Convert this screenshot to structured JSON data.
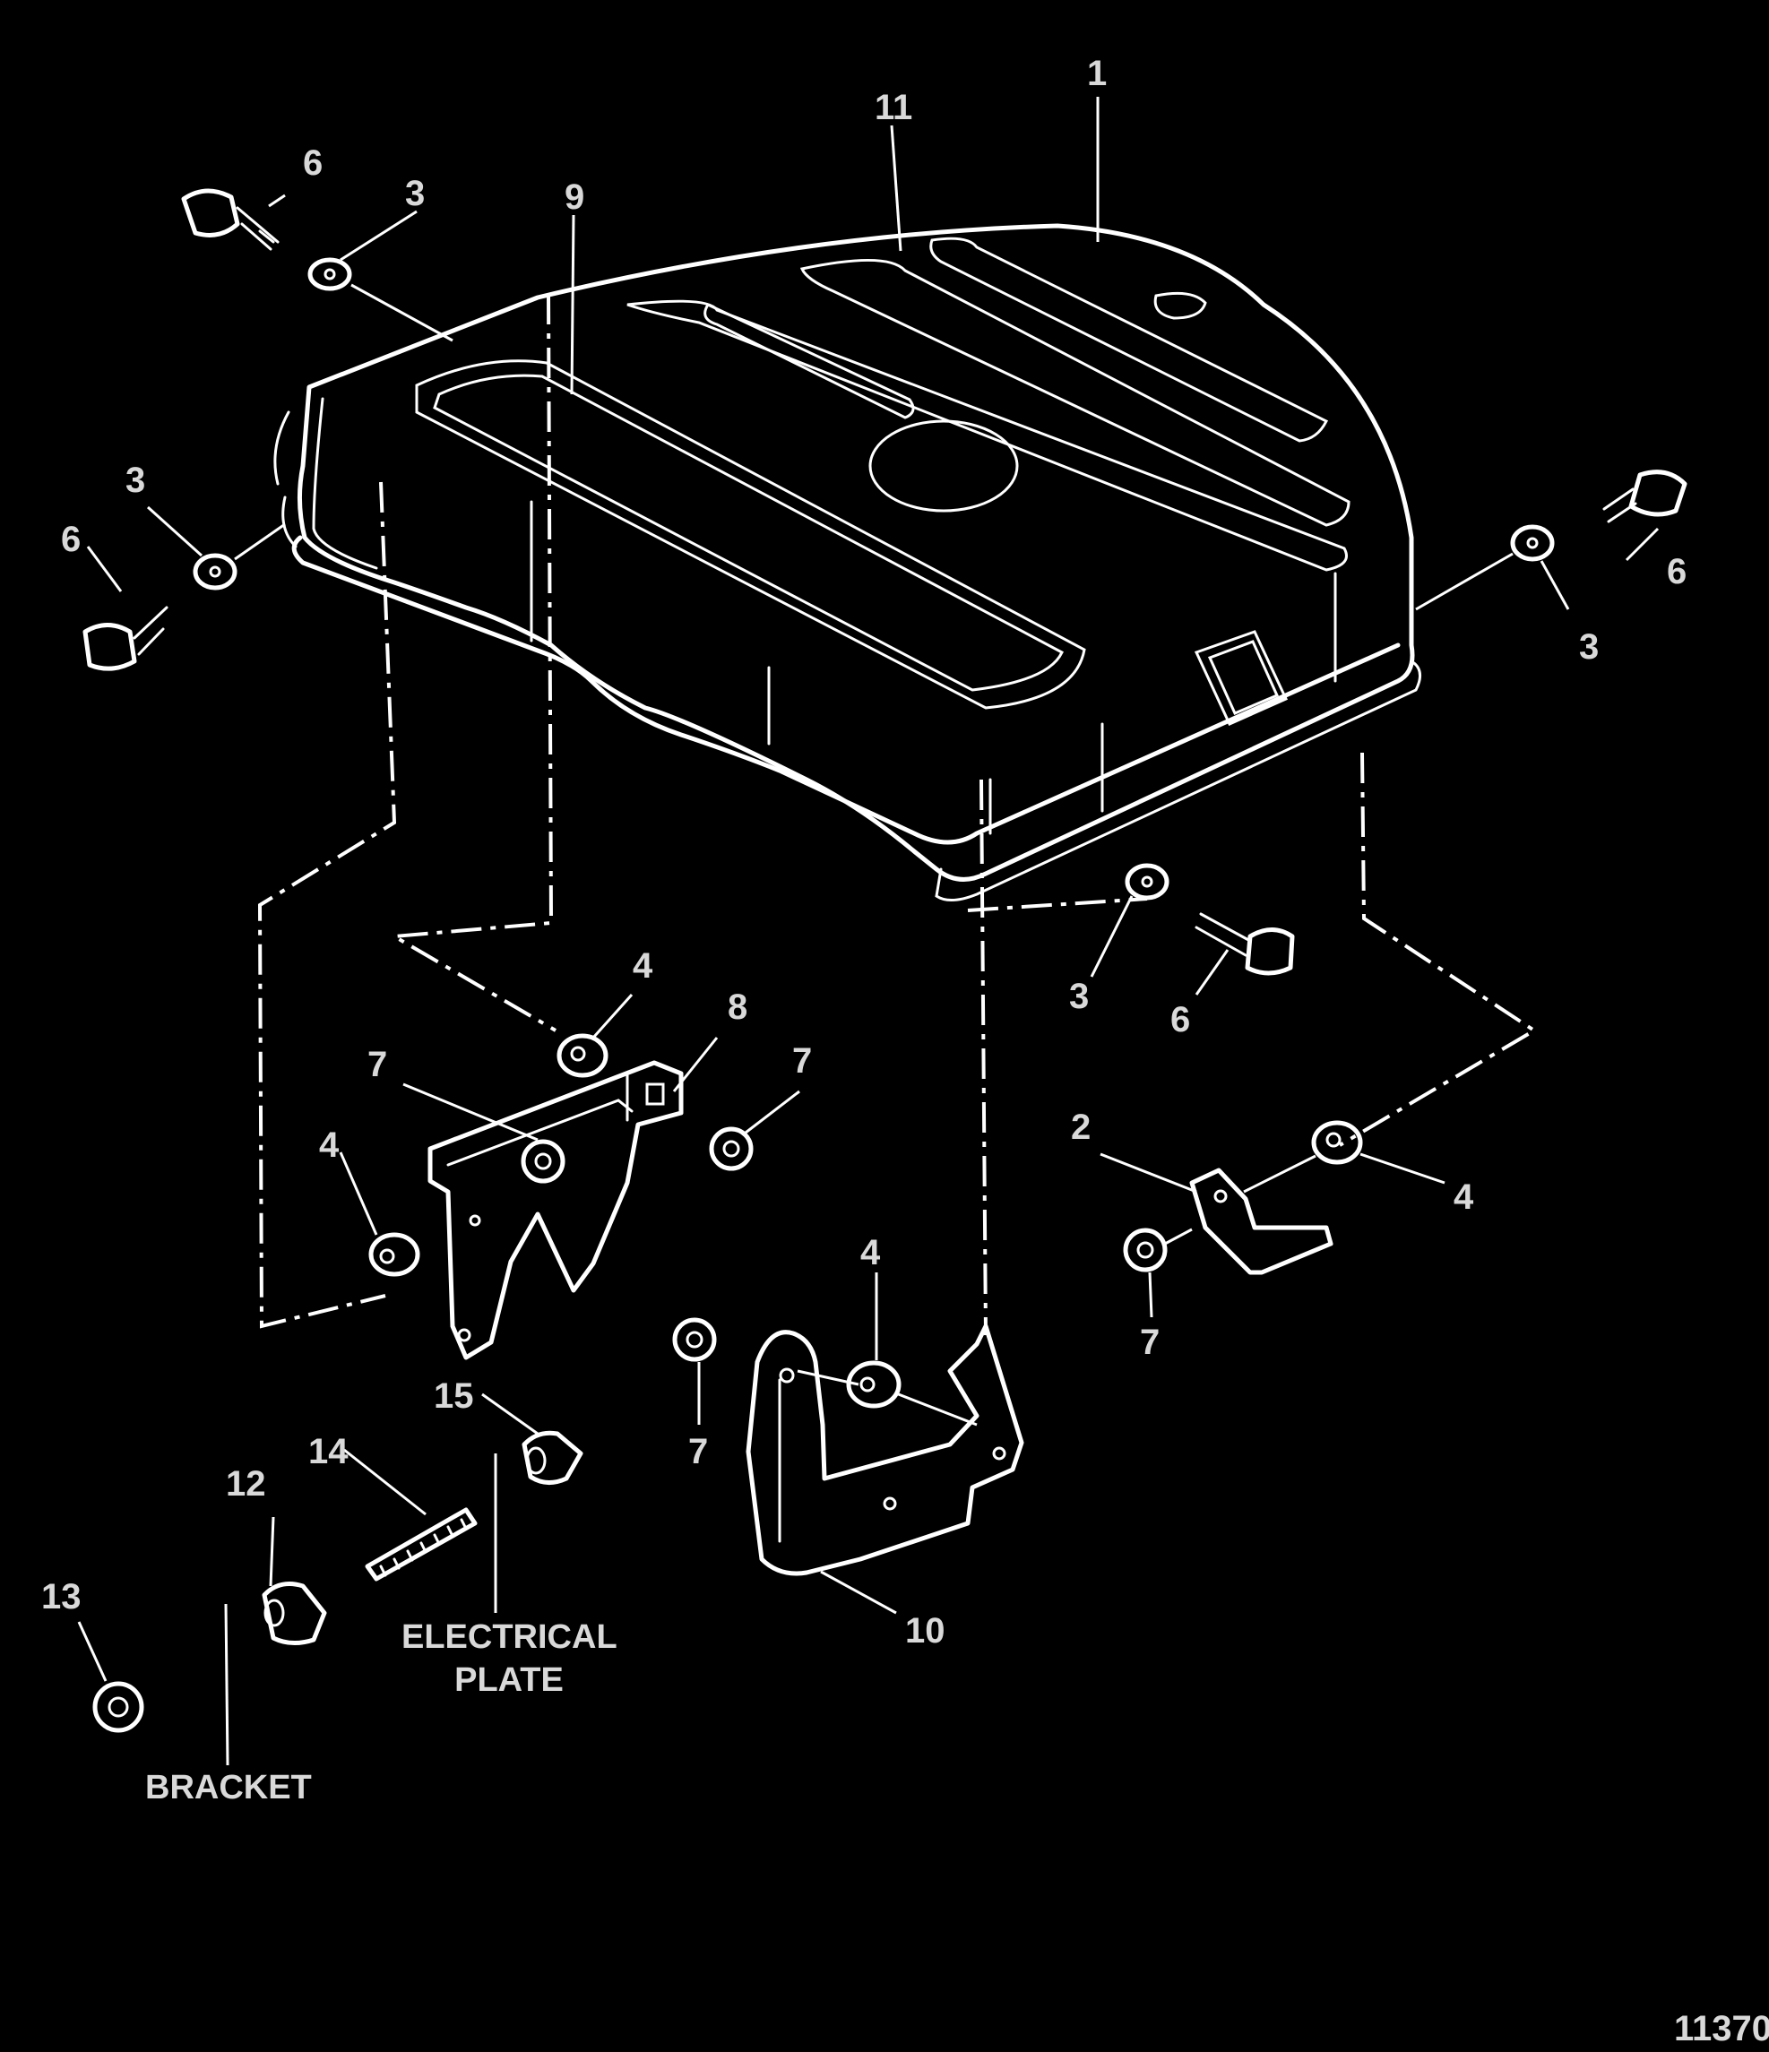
{
  "callouts": {
    "c1": "1",
    "c11": "11",
    "c9": "9",
    "c6a": "6",
    "c3a": "3",
    "c3b": "3",
    "c6b": "6",
    "c6c": "6",
    "c3c": "3",
    "c4a": "4",
    "c8": "8",
    "c7a": "7",
    "c7b": "7",
    "c4b": "4",
    "c3d": "3",
    "c6d": "6",
    "c2": "2",
    "c4c": "4",
    "c7c": "7",
    "c4d": "4",
    "c7d": "7",
    "c10": "10",
    "c15": "15",
    "c14": "14",
    "c12": "12",
    "c13": "13"
  },
  "labels": {
    "electrical_line1": "ELECTRICAL",
    "electrical_line2": "PLATE",
    "bracket": "BRACKET"
  },
  "figure_number": "11370",
  "colors": {
    "background": "#000000",
    "line": "#ffffff",
    "text": "#d9d9d9"
  }
}
